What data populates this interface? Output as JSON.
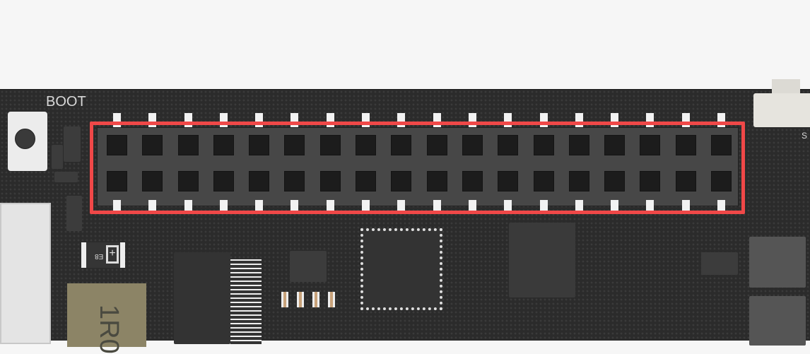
{
  "silkscreen": {
    "boot_label": "BOOT",
    "diode_marking": "E8",
    "inductor_marking": "1R0",
    "switch_label": "S"
  },
  "header": {
    "columns": 18,
    "rows": 2
  },
  "highlight": {
    "color": "#f04848"
  }
}
